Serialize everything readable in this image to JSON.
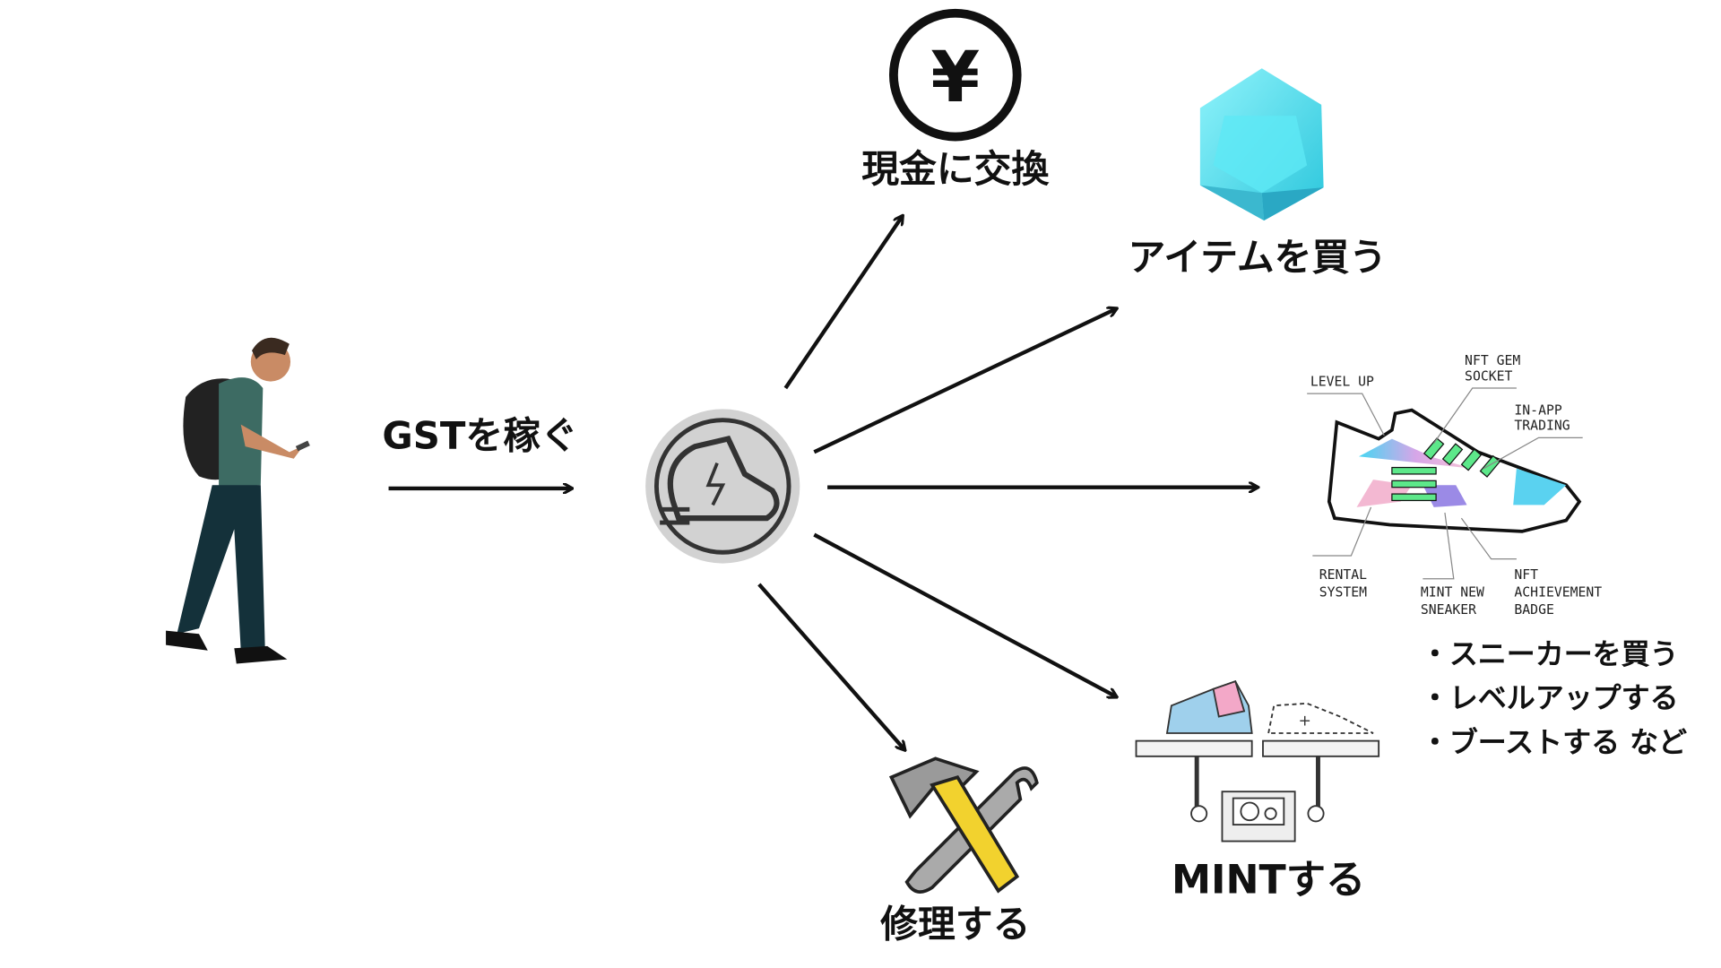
{
  "center": {
    "earn_label": "GSTを稼ぐ",
    "token_icon": "sneaker-token-coin-icon"
  },
  "destinations": {
    "cash": {
      "label": "現金に交換",
      "icon": "yen-coin-icon",
      "symbol": "¥"
    },
    "items": {
      "label": "アイテムを買う",
      "icon": "gem-icon"
    },
    "sneaker": {
      "icon": "sneaker-diagram-icon",
      "callouts": {
        "level_up": "LEVEL UP",
        "gem_socket_1": "NFT GEM",
        "gem_socket_2": "SOCKET",
        "trading_1": "IN-APP",
        "trading_2": "TRADING",
        "rental_1": "RENTAL",
        "rental_2": "SYSTEM",
        "mint_1": "MINT NEW",
        "mint_2": "SNEAKER",
        "badge_1": "NFT",
        "badge_2": "ACHIEVEMENT",
        "badge_3": "BADGE"
      },
      "bullets": [
        "・スニーカーを買う",
        "・レベルアップする",
        "・ブーストする など"
      ]
    },
    "mint": {
      "label": "MINTする",
      "icon": "mint-machine-icon",
      "plus": "+"
    },
    "repair": {
      "label": "修理する",
      "icon": "hammer-wrench-icon"
    }
  },
  "colors": {
    "arrow": "#111111",
    "gem": "#4fe3f0",
    "lace": "#5de88a",
    "handle": "#f2d22e"
  }
}
